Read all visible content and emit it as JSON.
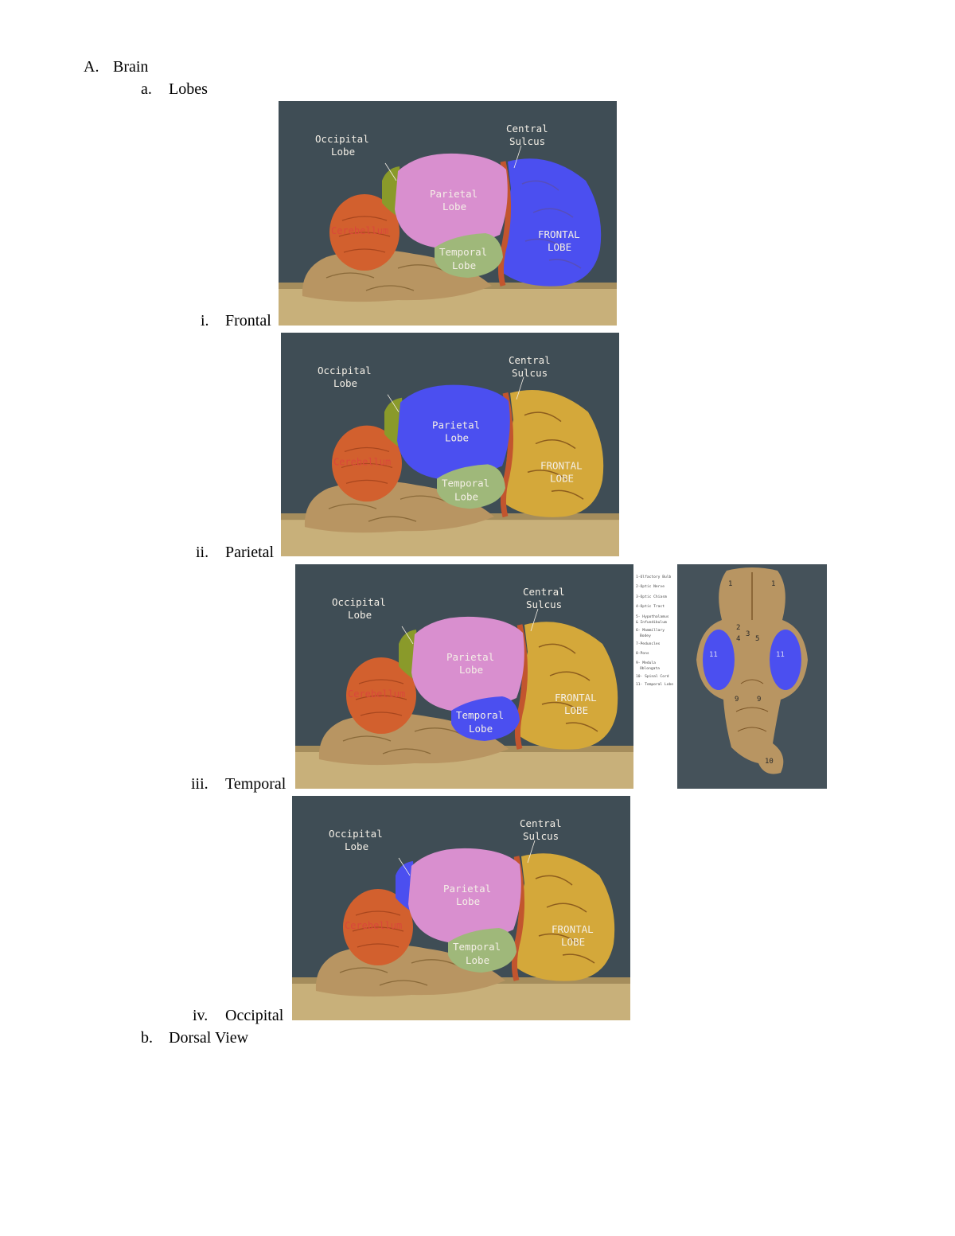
{
  "outline": {
    "a_marker": "A.",
    "a_label": "Brain",
    "b_marker": "a.",
    "b_label": "Lobes",
    "i_marker": "i.",
    "i_label": "Frontal",
    "ii_marker": "ii.",
    "ii_label": "Parietal",
    "iii_marker": "iii.",
    "iii_label": "Temporal",
    "iv_marker": "iv.",
    "iv_label": "Occipital",
    "c_marker": "b.",
    "c_label": "Dorsal View"
  },
  "brain_labels": {
    "occipital_1": "Occipital",
    "occipital_2": "Lobe",
    "central_1": "Central",
    "central_2": "Sulcus",
    "parietal_1": "Parietal",
    "parietal_2": "Lobe",
    "temporal_1": "Temporal",
    "temporal_2": "Lobe",
    "frontal_1": "FRONTAL",
    "frontal_2": "LOBE",
    "cerebellum": "Cerebellum"
  },
  "ventral_legend": [
    "1-Olfactory Bulb",
    "2-Optic Nerve",
    "3-Optic Chiasm",
    "4-Optic Tract",
    "5- Hypothalamus",
    "& Infundibulum",
    "6- Mammillary",
    "Bodey",
    "7-Peduncles",
    "8-Pons",
    "9- Medula",
    "Oblongata",
    "10- Spinal Cord",
    "11- Temporal Lobe"
  ],
  "ventral_numbers": [
    "1",
    "1",
    "2",
    "3",
    "4",
    "5",
    "11",
    "11",
    "9",
    "9",
    "10"
  ],
  "colors": {
    "highlight": "#4b4ff0",
    "parietal": "#d98fcf",
    "temporal": "#9fb87a",
    "occipital": "#8a9a2a",
    "cerebellum": "#d2602e",
    "frontal": "#d4a83a",
    "background": "#3f4d55",
    "shelf": "#c8b07a",
    "stem": "#b89562"
  }
}
